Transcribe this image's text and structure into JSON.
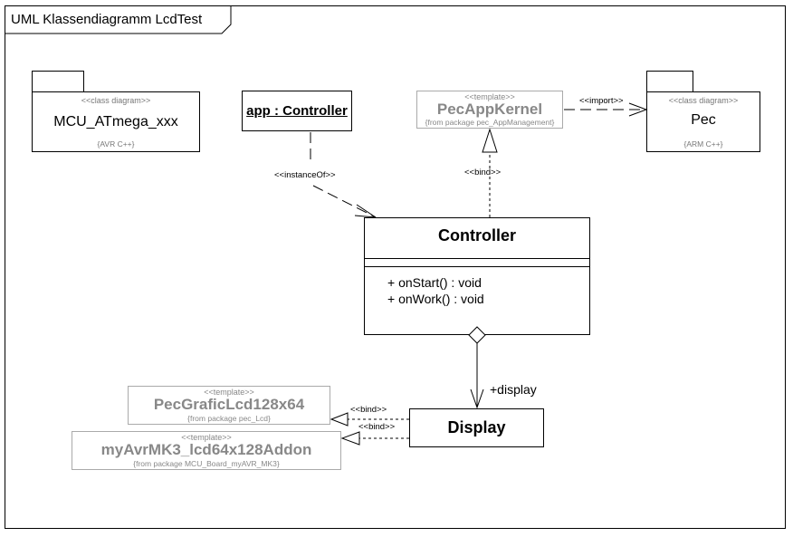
{
  "frame": {
    "title": "UML Klassendiagramm LcdTest"
  },
  "packages": [
    {
      "id": "mcu",
      "stereotype": "<<class diagram>>",
      "name": "MCU_ATmega_xxx",
      "note": "{AVR C++}"
    },
    {
      "id": "pec",
      "stereotype": "<<class diagram>>",
      "name": "Pec",
      "note": "{ARM C++}"
    }
  ],
  "object": {
    "name": "app : Controller"
  },
  "templates": [
    {
      "id": "kernel",
      "stereotype": "<<template>>",
      "name": "PecAppKernel",
      "note": "{from package pec_AppManagement}"
    },
    {
      "id": "lcd",
      "stereotype": "<<template>>",
      "name": "PecGraficLcd128x64",
      "note": "{from package pec_Lcd}"
    },
    {
      "id": "addon",
      "stereotype": "<<template>>",
      "name": "myAvrMK3_lcd64x128Addon",
      "note": "{from package MCU_Board_myAVR_MK3}"
    }
  ],
  "classes": {
    "controller": {
      "name": "Controller",
      "operations": [
        "+ onStart() : void",
        "+ onWork() : void"
      ]
    },
    "display": {
      "name": "Display"
    }
  },
  "relations": {
    "instance_of": "<<instanceOf>>",
    "bind_kernel": "<<bind>>",
    "import": "<<import>>",
    "aggregation_role": "+display",
    "bind_lcd": "<<bind>>",
    "bind_addon": "<<bind>>"
  }
}
